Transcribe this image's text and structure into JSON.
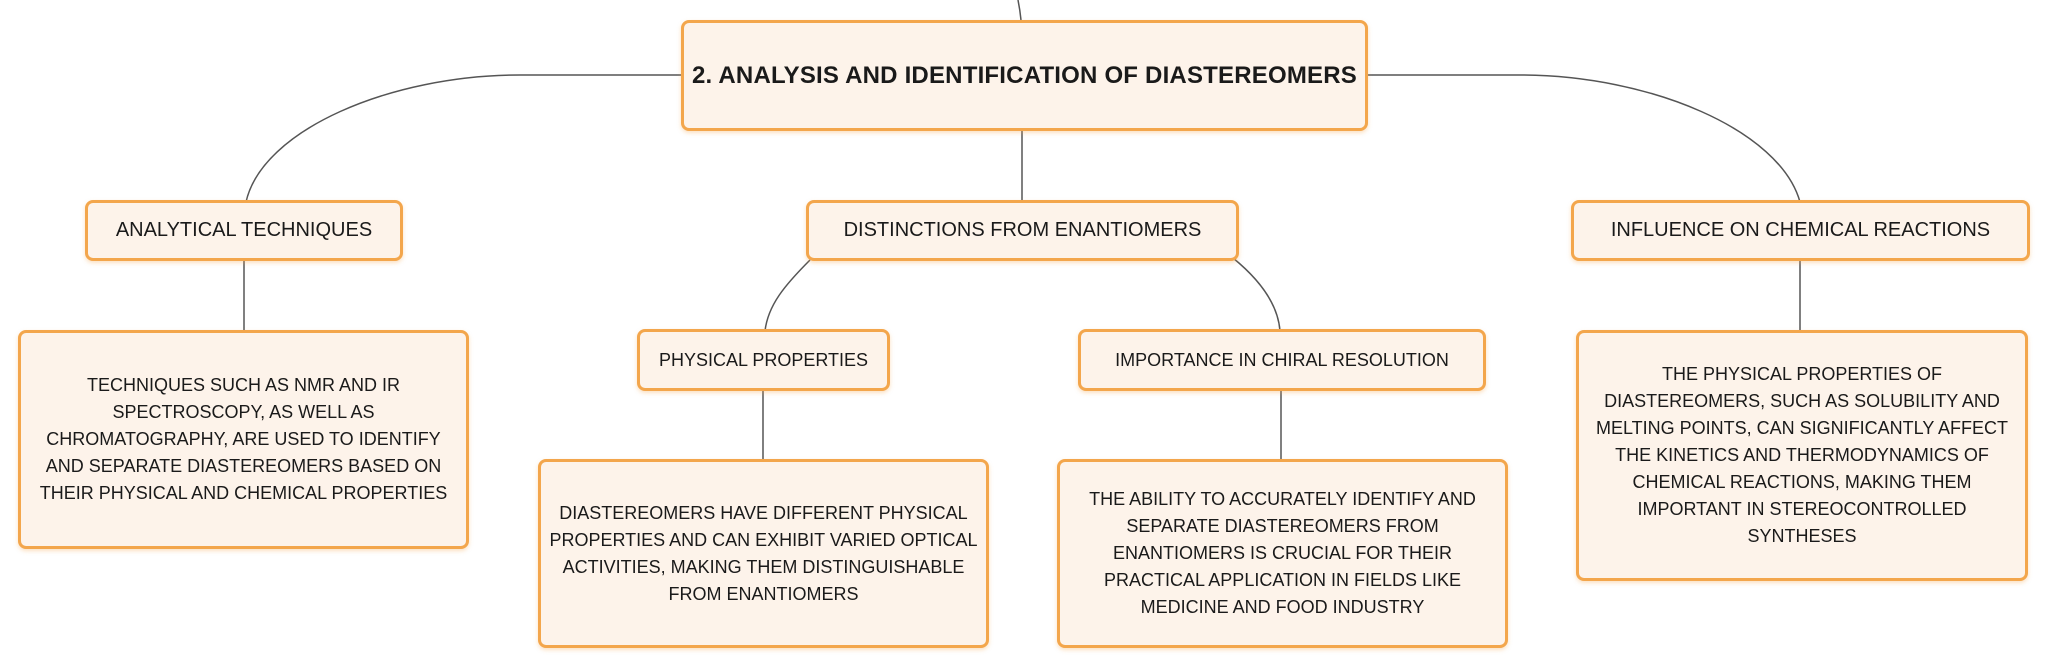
{
  "colors": {
    "node_fill": "#fdf3ea",
    "node_border": "#f3a64c",
    "connector": "#555555",
    "text": "#1a1a1a"
  },
  "root": {
    "label": "2. ANALYSIS AND IDENTIFICATION OF DIASTEREOMERS"
  },
  "branches": {
    "analytical_techniques": {
      "label": "ANALYTICAL TECHNIQUES",
      "detail": "TECHNIQUES SUCH AS NMR AND IR SPECTROSCOPY, AS WELL AS CHROMATOGRAPHY, ARE USED TO IDENTIFY AND SEPARATE DIASTEREOMERS BASED ON THEIR PHYSICAL AND CHEMICAL PROPERTIES"
    },
    "distinctions_from_enantiomers": {
      "label": "DISTINCTIONS FROM ENANTIOMERS",
      "physical_properties": {
        "label": "PHYSICAL PROPERTIES",
        "detail": "DIASTEREOMERS HAVE DIFFERENT PHYSICAL PROPERTIES AND CAN EXHIBIT VARIED OPTICAL ACTIVITIES, MAKING THEM DISTINGUISHABLE FROM ENANTIOMERS"
      },
      "chiral_resolution": {
        "label": "IMPORTANCE IN CHIRAL RESOLUTION",
        "detail": "THE ABILITY TO ACCURATELY IDENTIFY AND SEPARATE DIASTEREOMERS FROM ENANTIOMERS IS CRUCIAL FOR THEIR PRACTICAL APPLICATION IN FIELDS LIKE MEDICINE AND FOOD INDUSTRY"
      }
    },
    "influence_on_reactions": {
      "label": "INFLUENCE ON CHEMICAL REACTIONS",
      "detail": "THE PHYSICAL PROPERTIES OF DIASTEREOMERS, SUCH AS SOLUBILITY AND MELTING POINTS, CAN SIGNIFICANTLY AFFECT THE KINETICS AND THERMODYNAMICS OF CHEMICAL REACTIONS, MAKING THEM IMPORTANT IN STEREOCONTROLLED SYNTHESES"
    }
  }
}
